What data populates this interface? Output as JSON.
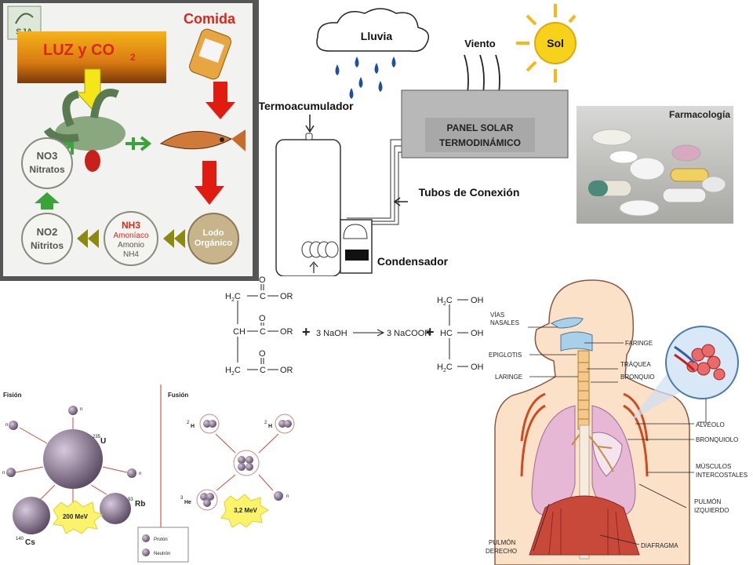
{
  "nitrogen_cycle": {
    "logo": "SJA",
    "comida": "Comida",
    "luz": "LUZ y CO",
    "co2_sub": "2",
    "nitratos": [
      "NO3",
      "Nitratos"
    ],
    "nitritos": [
      "NO2",
      "Nitritos"
    ],
    "amonio": [
      "NH3",
      "Amoníaco",
      "Amonio",
      "NH4"
    ],
    "lodo": [
      "Lodo",
      "Orgánico"
    ]
  },
  "solar_system": {
    "lluvia": "Lluvia",
    "viento": "Viento",
    "sol": "Sol",
    "termoacumulador": "Termoacumulador",
    "panel": [
      "PANEL SOLAR",
      "TERMODINÁMICO"
    ],
    "tubos": "Tubos de Conexión",
    "condensador": "Condensador"
  },
  "pharma": {
    "title": "Farmacología"
  },
  "saponification": {
    "o": "O",
    "h2c": "H",
    "ch": "CH",
    "c": "C",
    "or": "OR",
    "plus": "+",
    "naoh": "3 NaOH",
    "nacoor": "3 NaCOOR",
    "hc": "HC",
    "oh": "OH",
    "two": "2"
  },
  "nuclear": {
    "fision": "Fisión",
    "fusion": "Fusión",
    "n": "n",
    "u_mass": "235",
    "u": "U",
    "rb_mass": "93",
    "rb": "Rb",
    "cs_mass": "140",
    "cs": "Cs",
    "mev_fission": "200 MeV",
    "h_mass": "2",
    "h": "H",
    "he_mass": "3",
    "he": "He",
    "mev_fusion": "3,2 MeV",
    "proton": "Protón",
    "neutron": "Neutrón"
  },
  "respiratory": {
    "labels": {
      "vias_1": "VÍAS",
      "vias_2": "NASALES",
      "epiglotis": "EPIGLOTIS",
      "laringe": "LARINGE",
      "faringe": "FARINGE",
      "traquea": "TRÁQUEA",
      "bronquio": "BRONQUIO",
      "alveolo": "ALVÉOLO",
      "bronquiolo": "BRONQUIOLO",
      "musculos_1": "MÚSCULOS",
      "musculos_2": "INTERCOSTALES",
      "pulmon_izq_1": "PULMÓN",
      "pulmon_izq_2": "IZQUIERDO",
      "pulmon_der_1": "PULMÓN",
      "pulmon_der_2": "DERECHO",
      "diafragma": "DIAFRAGMA"
    }
  },
  "colors": {
    "red_label": "#d9281e",
    "orange": "#f2a21a",
    "green_arrow": "#3aa43a",
    "sun": "#f7d21a",
    "lung": "#e6b8d6"
  }
}
